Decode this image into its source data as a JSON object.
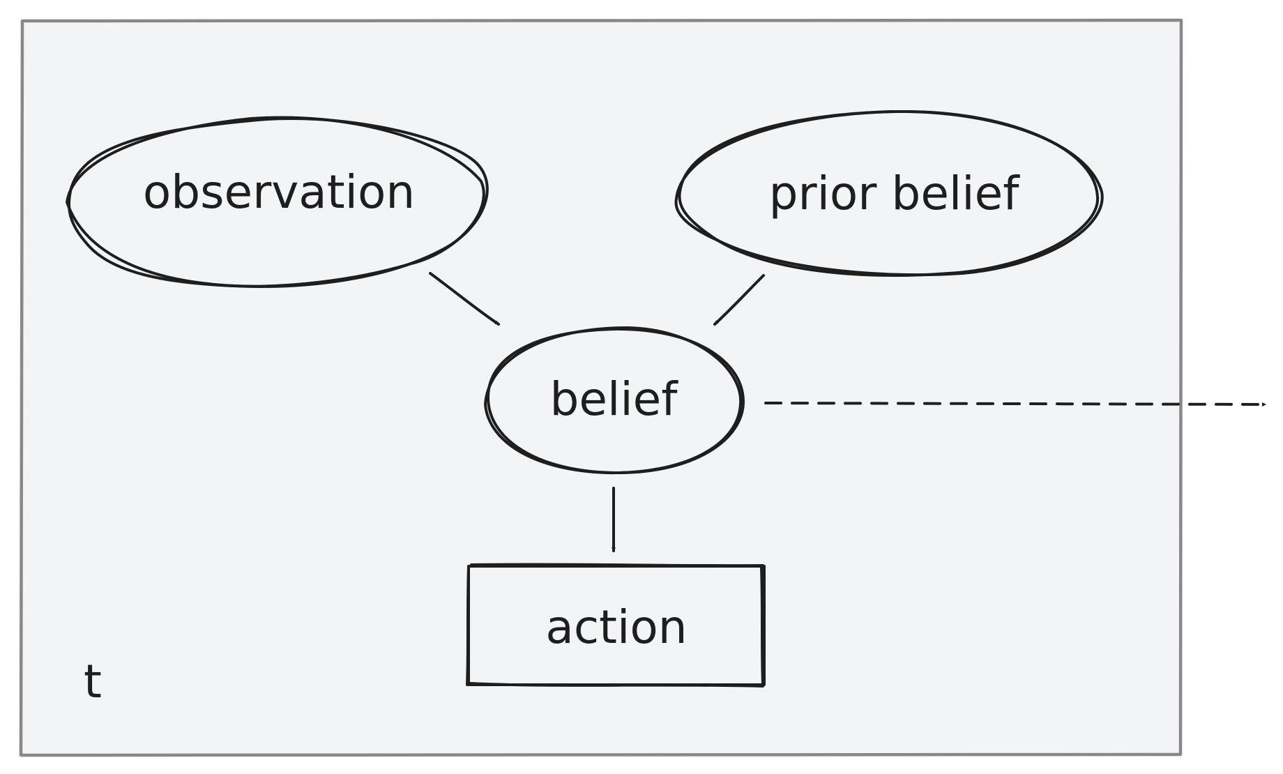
{
  "diagram": {
    "frame_label": "t",
    "nodes": {
      "observation": "observation",
      "prior_belief": "prior belief",
      "belief": "belief",
      "action": "action"
    }
  },
  "colors": {
    "frame_fill": "#f3f4f6",
    "frame_stroke": "#888888",
    "ink": "#1e1e1e"
  }
}
